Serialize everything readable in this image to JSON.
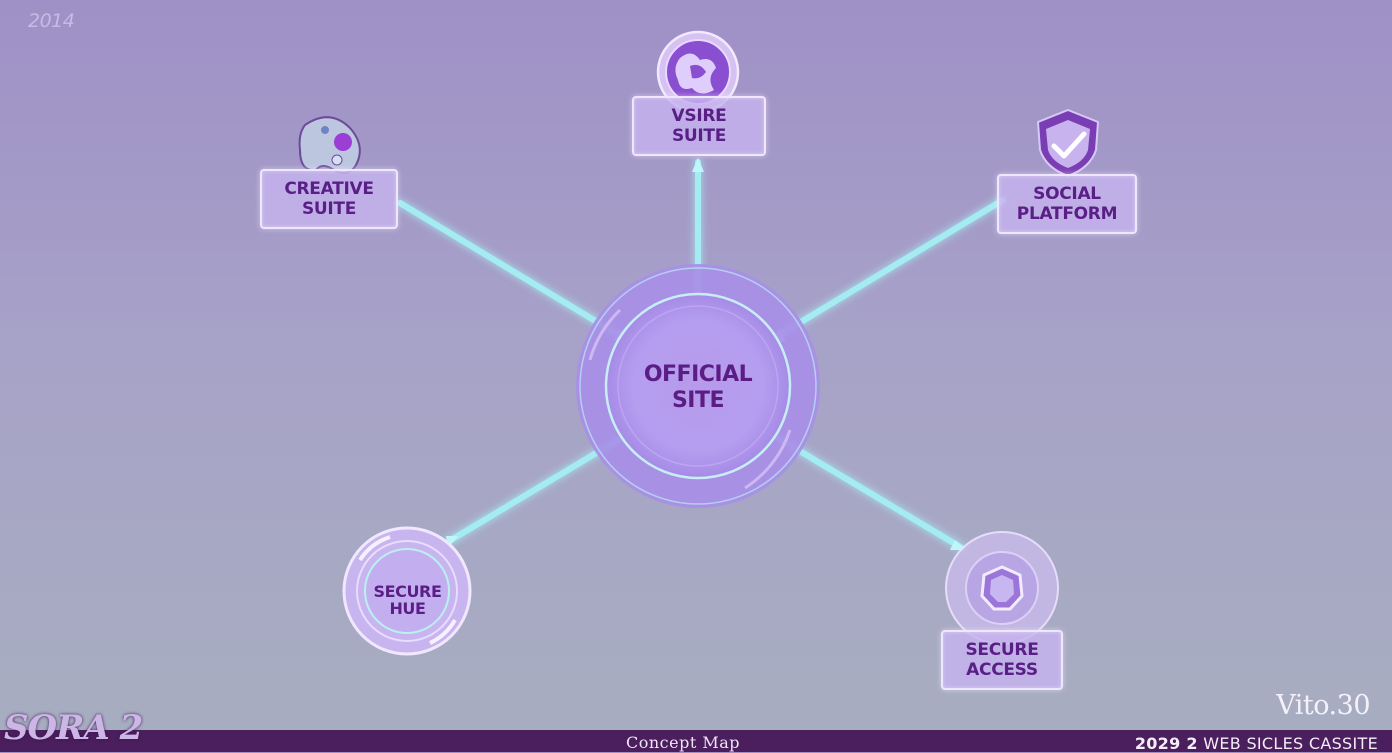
{
  "corner_year": "2014",
  "hub": {
    "label": "OFFICIAL\nSITE"
  },
  "nodes": {
    "top": {
      "label": "VSIRE\nSUITE",
      "icon": "planet-icon"
    },
    "left": {
      "label": "CREATIVE\nSUITE",
      "icon": "palette-icon"
    },
    "right": {
      "label": "SOCIAL\nPLATFORM",
      "icon": "shield-check-icon"
    },
    "bottom_left": {
      "label": "SECURE\nHUE",
      "icon": "ring-icon"
    },
    "bottom_right": {
      "label": "SECURE\nACCESS",
      "icon": "hexagon-icon"
    }
  },
  "footer": {
    "caption": "Concept Map",
    "right_bold": "2029 2",
    "right_text": "WEB SICLES CASSITE"
  },
  "version": "Vito.30",
  "brand": "SORA 2",
  "colors": {
    "connector": "#9fe9f0",
    "node_fill": "#c6b2ee",
    "text": "#5a1f86",
    "footer": "#4b1e5d"
  }
}
